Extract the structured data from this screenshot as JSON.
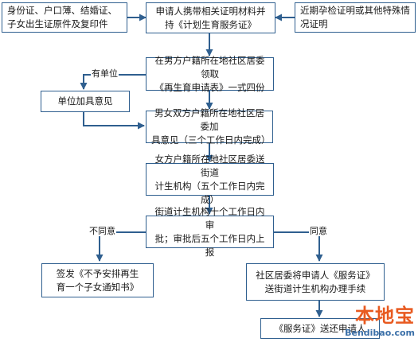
{
  "nodes": {
    "documents": "身份证、户口薄、结婚证、\n子女出生证原件及复印件",
    "apply": "申请人携带相关证明材料并\n持《计划生育服务证》",
    "pregnancy_proof": "近期孕检证明或其他特殊情\n况证明",
    "male_community": "在男方户籍所在地社区居委领取\n《再生育申请表》一式四份",
    "unit_opinion": "单位加具意见",
    "both_opinion": "男女双方户籍所在地社区居委加\n具意见（三个工作日内完成）",
    "female_community": "女方户籍所在地社区居委送街道\n计生机构（五个工作日内完成）",
    "street_review": "街道计生机构十个工作日内审\n批；审批后五个工作日内上报",
    "disagree_notice": "签发《不予安排再生\n育一个子女通知书》",
    "agree_handle": "社区居委将申请人《服务证》\n送街道计生机构办理手续",
    "certificate_return": "《服务证》送还申请人"
  },
  "edge_labels": {
    "has_unit": "有单位",
    "disagree": "不同意",
    "agree": "同意"
  },
  "watermark": {
    "brand": "本地宝",
    "url": "Bendibao.com"
  },
  "colors": {
    "line": "#2f5f8f",
    "box_border": "#2f5f8f"
  }
}
